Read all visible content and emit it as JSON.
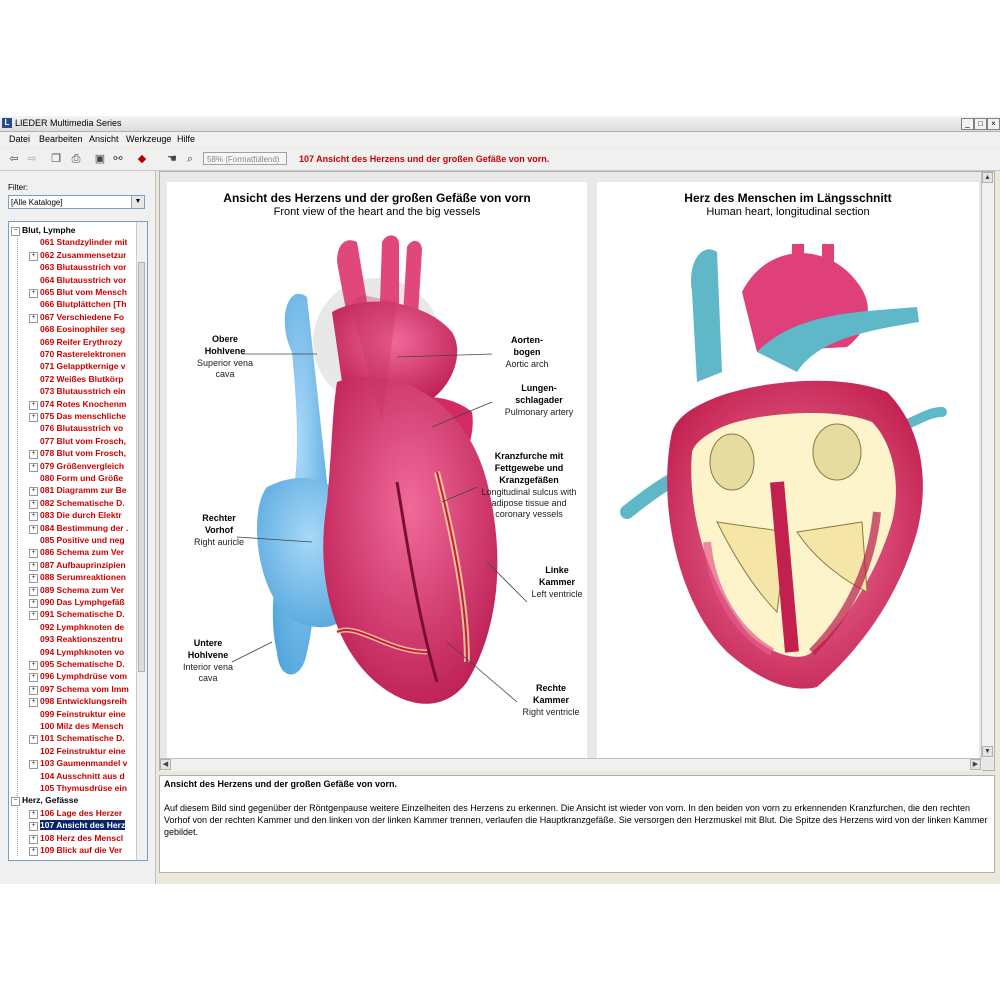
{
  "window": {
    "title": "LIEDER Multimedia Series",
    "app_icon_letter": "L",
    "controls": [
      "_",
      "□",
      "×"
    ]
  },
  "menu": [
    "Datei",
    "Bearbeiten",
    "Ansicht",
    "Werkzeuge",
    "Hilfe"
  ],
  "toolbar": {
    "zoom_value": "58% (Formatfüllend)",
    "breadcrumb": "107 Ansicht des Herzens und der großen Gefäße von vorn."
  },
  "sidebar": {
    "filter_label": "Filter:",
    "filter_value": "[Alle Kataloge]",
    "tree": [
      {
        "label": "Blut, Lymphe",
        "type": "cat",
        "expanded": true
      },
      {
        "label": "061 Standzylinder mit",
        "type": "item",
        "plus": false
      },
      {
        "label": "062 Zusammensetzur",
        "type": "item",
        "plus": true
      },
      {
        "label": "063 Blutausstrich vor",
        "type": "item",
        "plus": false
      },
      {
        "label": "064 Blutausstrich vor",
        "type": "item",
        "plus": false
      },
      {
        "label": "065 Blut vom Mensch",
        "type": "item",
        "plus": true
      },
      {
        "label": "066 Blutplättchen [Th",
        "type": "item",
        "plus": false
      },
      {
        "label": "067 Verschiedene Fo",
        "type": "item",
        "plus": true
      },
      {
        "label": "068 Eosinophiler seg",
        "type": "item",
        "plus": false
      },
      {
        "label": "069 Reifer Erythrozy",
        "type": "item",
        "plus": false
      },
      {
        "label": "070 Rasterelektronen",
        "type": "item",
        "plus": false
      },
      {
        "label": "071 Gelapptkernige v",
        "type": "item",
        "plus": false
      },
      {
        "label": "072 Weißes Blutkörp",
        "type": "item",
        "plus": false
      },
      {
        "label": "073 Blutausstrich ein",
        "type": "item",
        "plus": false
      },
      {
        "label": "074 Rotes Knochenm",
        "type": "item",
        "plus": true
      },
      {
        "label": "075 Das menschliche",
        "type": "item",
        "plus": true
      },
      {
        "label": "076 Blutausstrich vo",
        "type": "item",
        "plus": false
      },
      {
        "label": "077 Blut vom Frosch,",
        "type": "item",
        "plus": false
      },
      {
        "label": "078 Blut vom Frosch,",
        "type": "item",
        "plus": true
      },
      {
        "label": "079 Größenvergleich",
        "type": "item",
        "plus": true
      },
      {
        "label": "080 Form und Größe",
        "type": "item",
        "plus": false
      },
      {
        "label": "081 Diagramm zur Be",
        "type": "item",
        "plus": true
      },
      {
        "label": "082 Schematische D.",
        "type": "item",
        "plus": true
      },
      {
        "label": "083 Die durch Elektr",
        "type": "item",
        "plus": true
      },
      {
        "label": "084 Bestimmung der .",
        "type": "item",
        "plus": true
      },
      {
        "label": "085 Positive und neg",
        "type": "item",
        "plus": false
      },
      {
        "label": "086 Schema zum Ver",
        "type": "item",
        "plus": true
      },
      {
        "label": "087 Aufbauprinzipien",
        "type": "item",
        "plus": true
      },
      {
        "label": "088 Serumreaktionen",
        "type": "item",
        "plus": true
      },
      {
        "label": "089 Schema zum Ver",
        "type": "item",
        "plus": true
      },
      {
        "label": "090 Das Lymphgefäß",
        "type": "item",
        "plus": true
      },
      {
        "label": "091 Schematische D.",
        "type": "item",
        "plus": true
      },
      {
        "label": "092 Lymphknoten de",
        "type": "item",
        "plus": false
      },
      {
        "label": "093 Reaktionszentru",
        "type": "item",
        "plus": false
      },
      {
        "label": "094 Lymphknoten vo",
        "type": "item",
        "plus": false
      },
      {
        "label": "095 Schematische D.",
        "type": "item",
        "plus": true
      },
      {
        "label": "096 Lymphdrüse vom",
        "type": "item",
        "plus": true
      },
      {
        "label": "097 Schema vom Imm",
        "type": "item",
        "plus": true
      },
      {
        "label": "098 Entwicklungsreih",
        "type": "item",
        "plus": true
      },
      {
        "label": "099 Feinstruktur eine",
        "type": "item",
        "plus": false
      },
      {
        "label": "100 Milz des Mensch",
        "type": "item",
        "plus": false
      },
      {
        "label": "101 Schematische D.",
        "type": "item",
        "plus": true
      },
      {
        "label": "102 Feinstruktur eine",
        "type": "item",
        "plus": false
      },
      {
        "label": "103 Gaumenmandel v",
        "type": "item",
        "plus": true
      },
      {
        "label": "104 Ausschnitt aus d",
        "type": "item",
        "plus": false
      },
      {
        "label": "105 Thymusdrüse ein",
        "type": "item",
        "plus": false
      },
      {
        "label": "Herz, Gefässe",
        "type": "cat",
        "expanded": true
      },
      {
        "label": "106 Lage des Herzer",
        "type": "item",
        "plus": true
      },
      {
        "label": "107 Ansicht des Herz",
        "type": "item",
        "plus": true,
        "selected": true
      },
      {
        "label": "108 Herz des Menscl",
        "type": "item",
        "plus": true
      },
      {
        "label": "109 Blick auf die Ver",
        "type": "item",
        "plus": true
      }
    ]
  },
  "left_page": {
    "title": "Ansicht des Herzens und der großen Gefäße von vorn",
    "subtitle": "Front view of the heart and the big vessels",
    "labels": {
      "sup_de": "Obere Hohlvene",
      "sup_en": "Superior vena cava",
      "aorta_de": "Aorten- bogen",
      "aorta_en": "Aortic arch",
      "pulm_de": "Lungen- schlagader",
      "pulm_en": "Pulmonary artery",
      "kranz_de": "Kranzfurche mit Fettgewebe und Kranzgefäßen",
      "kranz_en": "Longitudinal sulcus with adipose tissue and coronary vessels",
      "rvorhof_de": "Rechter Vorhof",
      "rvorhof_en": "Right auricle",
      "lkammer_de": "Linke Kammer",
      "lkammer_en": "Left ventricle",
      "unt_de": "Untere Hohlvene",
      "unt_en": "Interior vena cava",
      "rkammer_de": "Rechte Kammer",
      "rkammer_en": "Right ventricle"
    }
  },
  "right_page": {
    "title": "Herz des Menschen im Längsschnitt",
    "subtitle": "Human heart, longitudinal section"
  },
  "description": {
    "title": "Ansicht des Herzens und der großen Gefäße von vorn.",
    "body": "Auf diesem Bild sind gegenüber der Röntgenpause weitere Einzelheiten des Herzens zu erkennen. Die Ansicht ist wieder von vorn. In den beiden von vorn zu erkennenden Kranzfurchen, die den rechten Vorhof von der rechten Kammer und den linken von der linken Kammer trennen, verlaufen die Hauptkranzgefäße. Sie versorgen den Herzmuskel mit Blut. Die Spitze des Herzens wird von der linken Kammer gebildet."
  },
  "colors": {
    "accent": "#cc0000",
    "selection": "#0a246a",
    "chrome": "#ece9d8"
  }
}
